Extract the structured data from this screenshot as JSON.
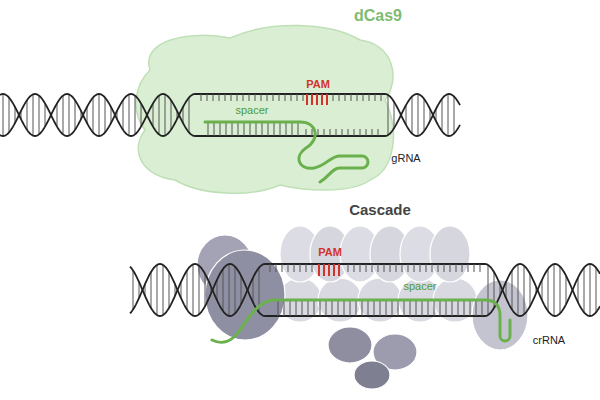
{
  "diagram": {
    "nodes": [
      {
        "text": [
          "dCas9"
        ]
      },
      {
        "text": [
          "Cascade"
        ]
      }
    ],
    "labels": [
      "PAM",
      "spacer",
      "gRNA",
      "PAM",
      "spacer",
      "crRNA"
    ]
  }
}
